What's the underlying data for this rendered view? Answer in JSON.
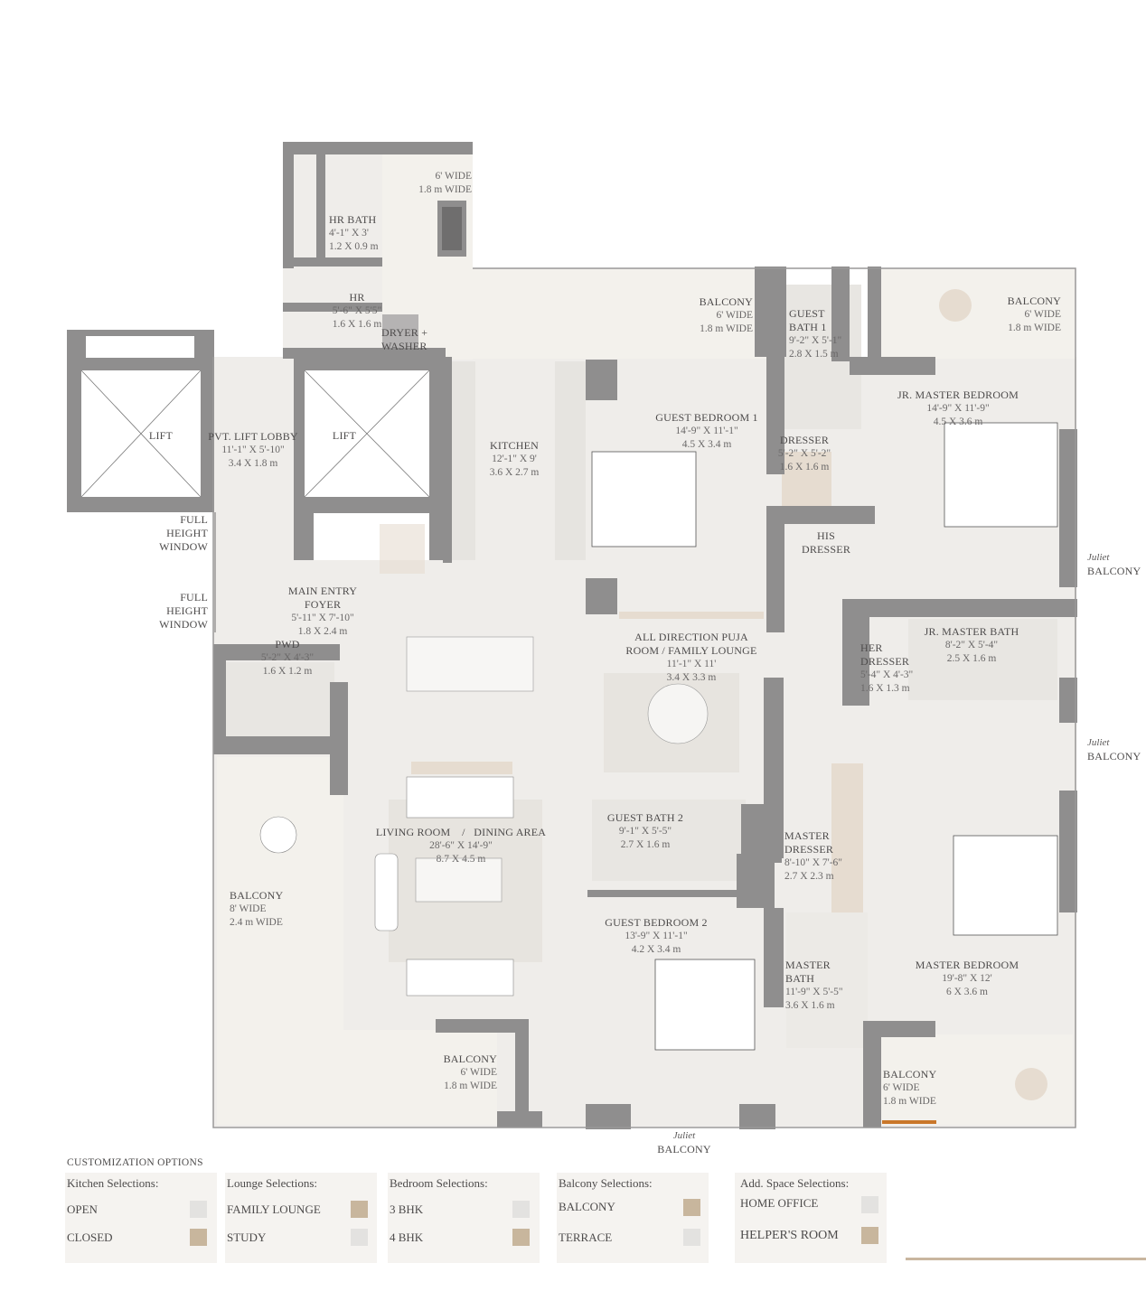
{
  "colors": {
    "wall": "#8f8e8e",
    "floor": "#efedea",
    "balcony": "#f3f1ec",
    "selected": "#c8b69d",
    "unselected": "#e3e2e0",
    "panel": "#f5f3f0",
    "accent": "#c9b69f"
  },
  "rooms": {
    "hr_bath": {
      "name": "HR BATH",
      "imperial": "4'-1\" X 3'",
      "metric": "1.2 X 0.9 m"
    },
    "top_balcony": {
      "imperial": "6' WIDE",
      "metric": "1.8 m WIDE"
    },
    "hr": {
      "name": "HR",
      "imperial": "5'-6\" X 5'5\"",
      "metric": "1.6 X 1.6 m"
    },
    "dryer": {
      "name": "DRYER +",
      "name2": "WASHER"
    },
    "lift_left": {
      "name": "LIFT"
    },
    "lift_right": {
      "name": "LIFT"
    },
    "lift_lobby": {
      "name": "PVT. LIFT LOBBY",
      "imperial": "11'-1\" X 5'-10\"",
      "metric": "3.4 X 1.8 m"
    },
    "kitchen": {
      "name": "KITCHEN",
      "imperial": "12'-1\" X 9'",
      "metric": "3.6 X 2.7 m"
    },
    "balcony_n": {
      "name": "BALCONY",
      "imperial": "6' WIDE",
      "metric": "1.8 m WIDE"
    },
    "guest_bath_1": {
      "name": "GUEST",
      "name2": "BATH 1",
      "imperial": "9'-2\" X 5'-1\"",
      "metric": "2.8 X 1.5 m"
    },
    "balcony_ne": {
      "name": "BALCONY",
      "imperial": "6' WIDE",
      "metric": "1.8 m WIDE"
    },
    "guest_bedroom_1": {
      "name": "GUEST BEDROOM 1",
      "imperial": "14'-9\" X 11'-1\"",
      "metric": "4.5 X 3.4 m"
    },
    "dresser": {
      "name": "DRESSER",
      "imperial": "5'-2\" X 5'-2\"",
      "metric": "1.6 X 1.6 m"
    },
    "jr_master_bedroom": {
      "name": "JR. MASTER BEDROOM",
      "imperial": "14'-9\" X 11'-9\"",
      "metric": "4.5 X 3.6 m"
    },
    "his_dresser": {
      "name": "HIS",
      "name2": "DRESSER"
    },
    "juliet_1": {
      "name": "Juliet",
      "name2": "BALCONY"
    },
    "window_1": {
      "name": "FULL",
      "name2": "HEIGHT",
      "name3": "WINDOW"
    },
    "window_2": {
      "name": "FULL",
      "name2": "HEIGHT",
      "name3": "WINDOW"
    },
    "foyer": {
      "name": "MAIN ENTRY",
      "name2": "FOYER",
      "imperial": "5'-11\" X 7'-10\"",
      "metric": "1.8 X 2.4 m"
    },
    "puja": {
      "name": "ALL DIRECTION PUJA",
      "name2": "ROOM / FAMILY LOUNGE",
      "imperial": "11'-1\" X 11'",
      "metric": "3.4 X 3.3 m"
    },
    "jr_master_bath": {
      "name": "JR. MASTER BATH",
      "imperial": "8'-2\" X 5'-4\"",
      "metric": "2.5 X 1.6 m"
    },
    "her_dresser": {
      "name": "HER",
      "name2": "DRESSER",
      "imperial": "5'-4\" X 4'-3\"",
      "metric": "1.6 X 1.3 m"
    },
    "pwd": {
      "name": "PWD",
      "imperial": "5'-2\" X 4'-3\"",
      "metric": "1.6 X 1.2 m"
    },
    "juliet_2": {
      "name": "Juliet",
      "name2": "BALCONY"
    },
    "guest_bath_2": {
      "name": "GUEST BATH 2",
      "imperial": "9'-1\" X 5'-5\"",
      "metric": "2.7 X 1.6 m"
    },
    "living": {
      "name": "LIVING ROOM    /   DINING AREA",
      "imperial": "28'-6\" X 14'-9\"",
      "metric": "8.7 X 4.5 m"
    },
    "master_dresser": {
      "name": "MASTER",
      "name2": "DRESSER",
      "imperial": "8'-10\" X 7'-6\"",
      "metric": "2.7 X 2.3 m"
    },
    "balcony_w": {
      "name": "BALCONY",
      "imperial": "8' WIDE",
      "metric": "2.4 m WIDE"
    },
    "guest_bedroom_2": {
      "name": "GUEST BEDROOM 2",
      "imperial": "13'-9\" X 11'-1\"",
      "metric": "4.2 X 3.4 m"
    },
    "master_bath": {
      "name": "MASTER",
      "name2": "BATH",
      "imperial": "11'-9\" X 5'-5\"",
      "metric": "3.6 X 1.6 m"
    },
    "master_bedroom": {
      "name": "MASTER BEDROOM",
      "imperial": "19'-8\" X 12'",
      "metric": "6 X 3.6 m"
    },
    "balcony_s": {
      "name": "BALCONY",
      "imperial": "6' WIDE",
      "metric": "1.8 m WIDE"
    },
    "balcony_se": {
      "name": "BALCONY",
      "imperial": "6' WIDE",
      "metric": "1.8 m WIDE"
    },
    "juliet_3": {
      "name": "Juliet",
      "name2": "BALCONY"
    }
  },
  "customization": {
    "title": "CUSTOMIZATION OPTIONS",
    "groups": [
      {
        "title": "Kitchen Selections:",
        "options": [
          {
            "label": "OPEN",
            "selected": false
          },
          {
            "label": "CLOSED",
            "selected": true
          }
        ]
      },
      {
        "title": "Lounge Selections:",
        "options": [
          {
            "label": "FAMILY LOUNGE",
            "selected": true
          },
          {
            "label": "STUDY",
            "selected": false
          }
        ]
      },
      {
        "title": "Bedroom Selections:",
        "options": [
          {
            "label": "3 BHK",
            "selected": false
          },
          {
            "label": "4 BHK",
            "selected": true
          }
        ]
      },
      {
        "title": "Balcony Selections:",
        "options": [
          {
            "label": "BALCONY",
            "selected": true
          },
          {
            "label": "TERRACE",
            "selected": false
          }
        ]
      },
      {
        "title": "Add. Space Selections:",
        "options": [
          {
            "label": "HOME OFFICE",
            "selected": false
          },
          {
            "label": "HELPER'S ROOM",
            "selected": true
          }
        ]
      }
    ]
  }
}
